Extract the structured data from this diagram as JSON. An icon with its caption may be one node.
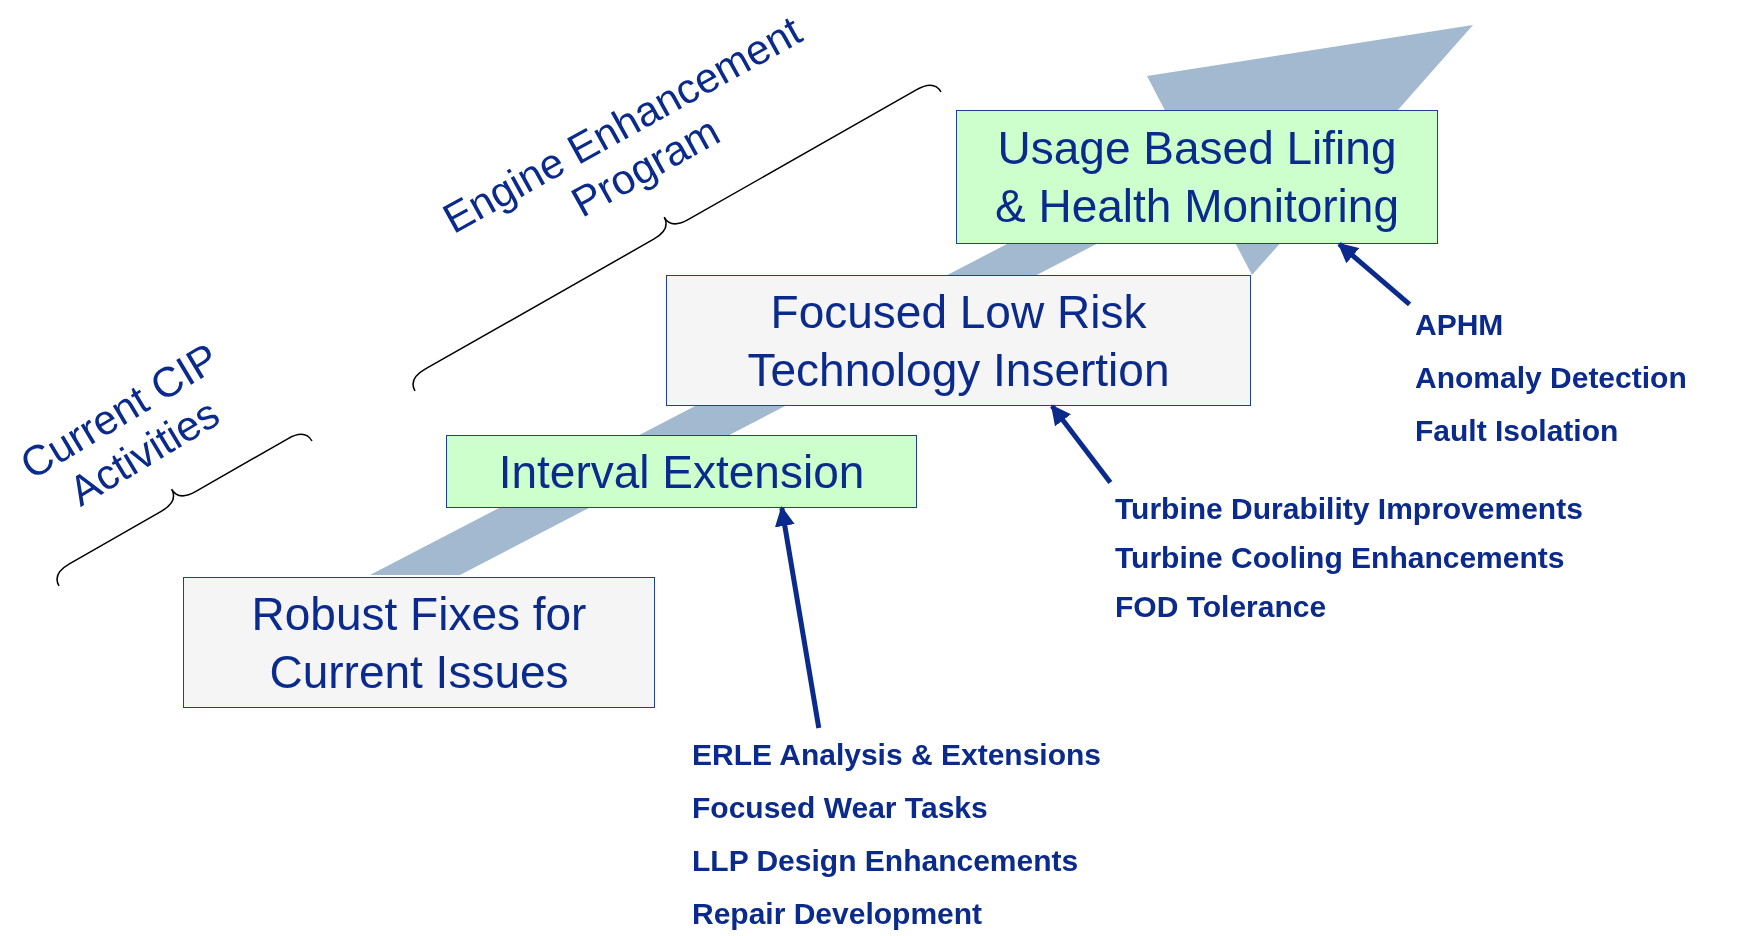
{
  "diagram": {
    "nodes": [
      {
        "text": [
          "Usage Based Lifing & Health Monitoring"
        ]
      },
      {
        "text": [
          "Focused Low Risk Technology Insertion"
        ]
      },
      {
        "text": [
          "APHM",
          "Anomaly Detection",
          "Fault Isolation"
        ]
      },
      {
        "text": [
          "Interval Extension"
        ]
      },
      {
        "text": [
          "Turbine Durability Improvements",
          "Turbine Cooling Enhancements",
          "FOD Tolerance"
        ]
      },
      {
        "text": [
          "Robust Fixes for Current Issues"
        ]
      },
      {
        "text": [
          "ERLE Analysis & Extensions",
          "Focused Wear Tasks",
          "LLP Design Enhancements",
          "Repair Development"
        ]
      }
    ],
    "edges": [
      {
        "from": 2,
        "to": 0,
        "arrow": "to"
      },
      {
        "from": 4,
        "to": 1,
        "arrow": "to"
      },
      {
        "from": 6,
        "to": 3,
        "arrow": "to"
      }
    ],
    "labels": [
      "Engine Enhancement Program",
      "Current CIP Activities"
    ]
  }
}
